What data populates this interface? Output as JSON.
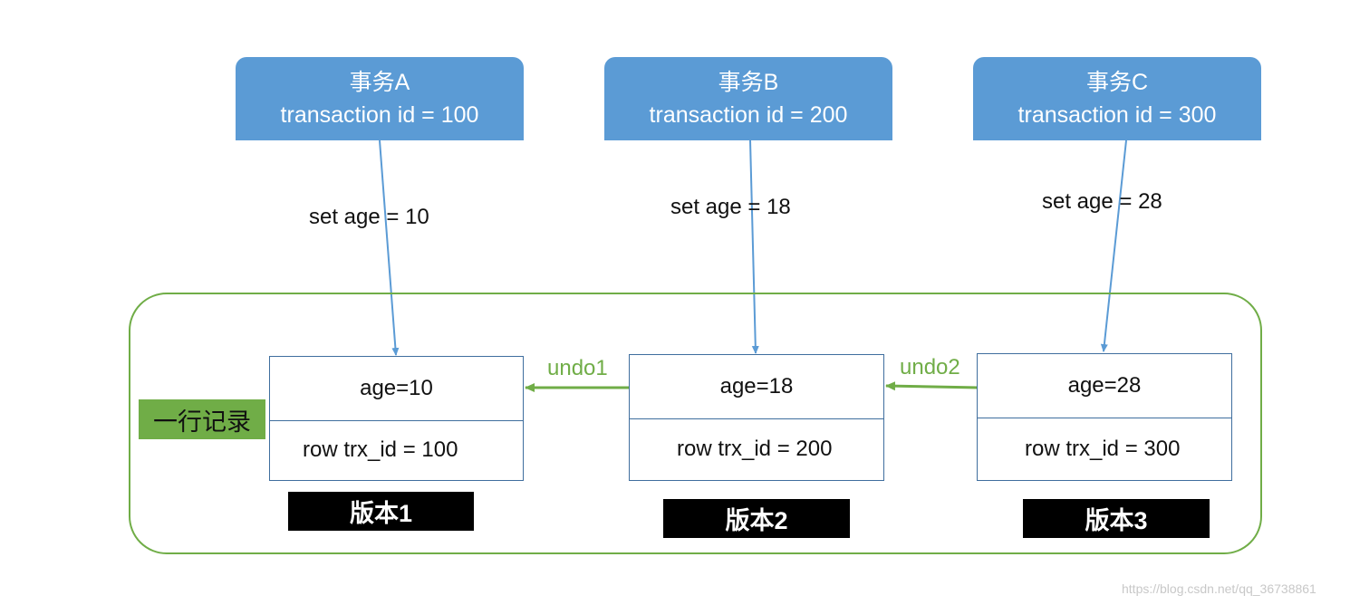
{
  "transactions": [
    {
      "name": "事务A",
      "id_text": "transaction id = 100",
      "set_text": "set age = 10"
    },
    {
      "name": "事务B",
      "id_text": "transaction id = 200",
      "set_text": "set age = 18"
    },
    {
      "name": "事务C",
      "id_text": "transaction id = 300",
      "set_text": "set age = 28"
    }
  ],
  "records": [
    {
      "value": "age=10",
      "trx": "row trx_id = 100",
      "version": "版本1"
    },
    {
      "value": "age=18",
      "trx": "row trx_id = 200",
      "version": "版本2"
    },
    {
      "value": "age=28",
      "trx": "row trx_id = 300",
      "version": "版本3"
    }
  ],
  "undo_labels": [
    "undo1",
    "undo2"
  ],
  "row_label": "一行记录",
  "watermark": "https://blog.csdn.net/qq_36738861",
  "colors": {
    "transaction_fill": "#5b9bd5",
    "arrow_blue": "#5b9bd5",
    "container_green": "#70ad47",
    "undo_green": "#70ad47",
    "version_fill": "#000000"
  }
}
